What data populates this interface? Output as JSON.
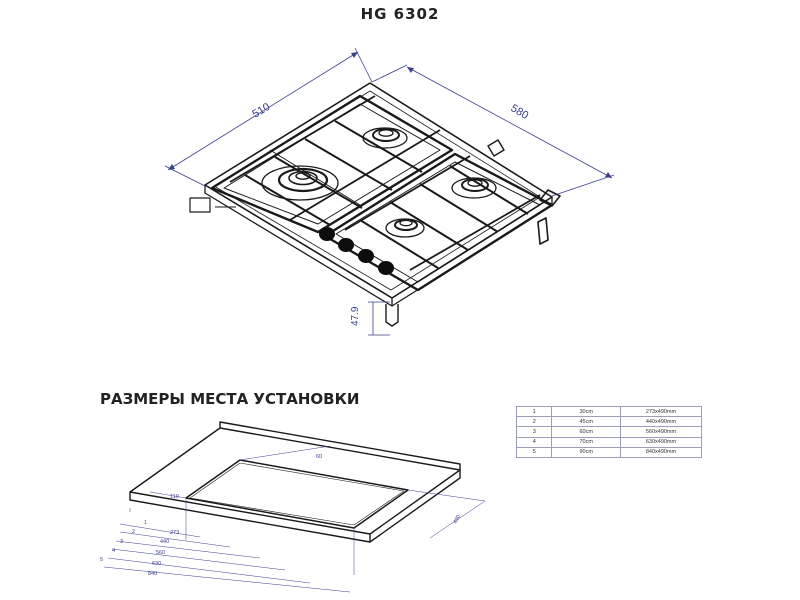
{
  "title": "HG 6302",
  "hob": {
    "width_label": "510",
    "depth_label": "580",
    "height_label": "47.9"
  },
  "cutout": {
    "title": "РАЗМЕРЫ МЕСТА УСТАНОВКИ",
    "label_60": "60",
    "label_110": "110",
    "label_490": "490",
    "widths": [
      "273",
      "440",
      "560",
      "630",
      "840"
    ],
    "index": [
      "1",
      "2",
      "3",
      "4",
      "5"
    ]
  },
  "size_table": [
    [
      "1",
      "30cm",
      "273x490mm"
    ],
    [
      "2",
      "45cm",
      "440x490mm"
    ],
    [
      "3",
      "60cm",
      "560x490mm"
    ],
    [
      "4",
      "70cm",
      "630x490mm"
    ],
    [
      "5",
      "90cm",
      "840x490mm"
    ]
  ],
  "colors": {
    "line": "#1a1a1a",
    "dimension": "#3a3f8f",
    "table_border": "#9a9fb8"
  }
}
